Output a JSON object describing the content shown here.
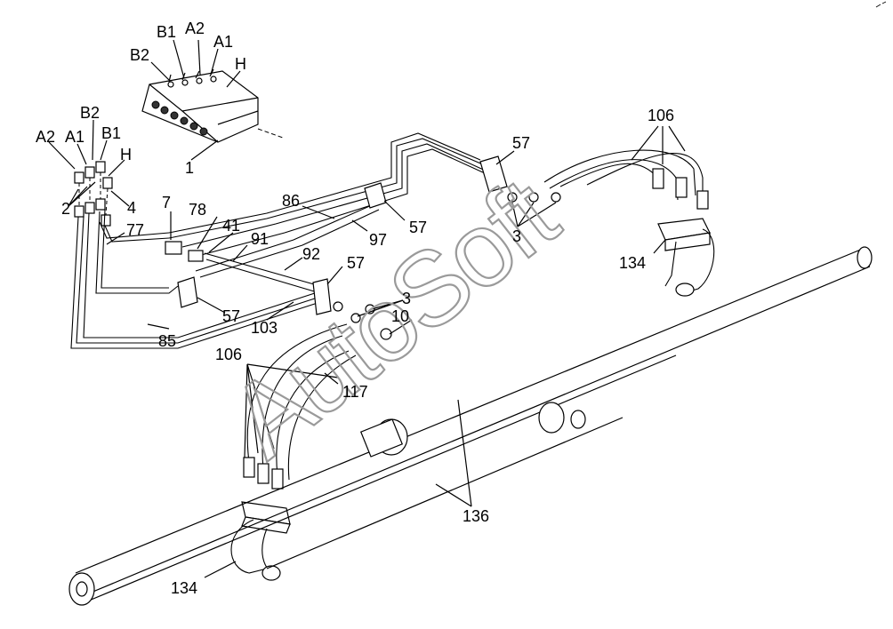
{
  "watermark": "AutoSoft",
  "callouts": {
    "c1": "1",
    "b1_top": "B1",
    "a2_top": "A2",
    "a1_top": "A1",
    "b2_top": "B2",
    "h_top": "H",
    "a2_left": "A2",
    "a1_left": "A1",
    "b2_left": "B2",
    "b1_left": "B1",
    "h_left": "H",
    "c2": "2",
    "c4": "4",
    "c7": "7",
    "c78": "78",
    "c41": "41",
    "c77": "77",
    "c91": "91",
    "c86": "86",
    "c97": "97",
    "c57_a": "57",
    "c57_b": "57",
    "c57_c": "57",
    "c57_d": "57",
    "c92": "92",
    "c103": "103",
    "c85": "85",
    "c3_a": "3",
    "c3_b": "3",
    "c10": "10",
    "c106_a": "106",
    "c106_b": "106",
    "c117": "117",
    "c134_a": "134",
    "c134_b": "134",
    "c136": "136"
  }
}
